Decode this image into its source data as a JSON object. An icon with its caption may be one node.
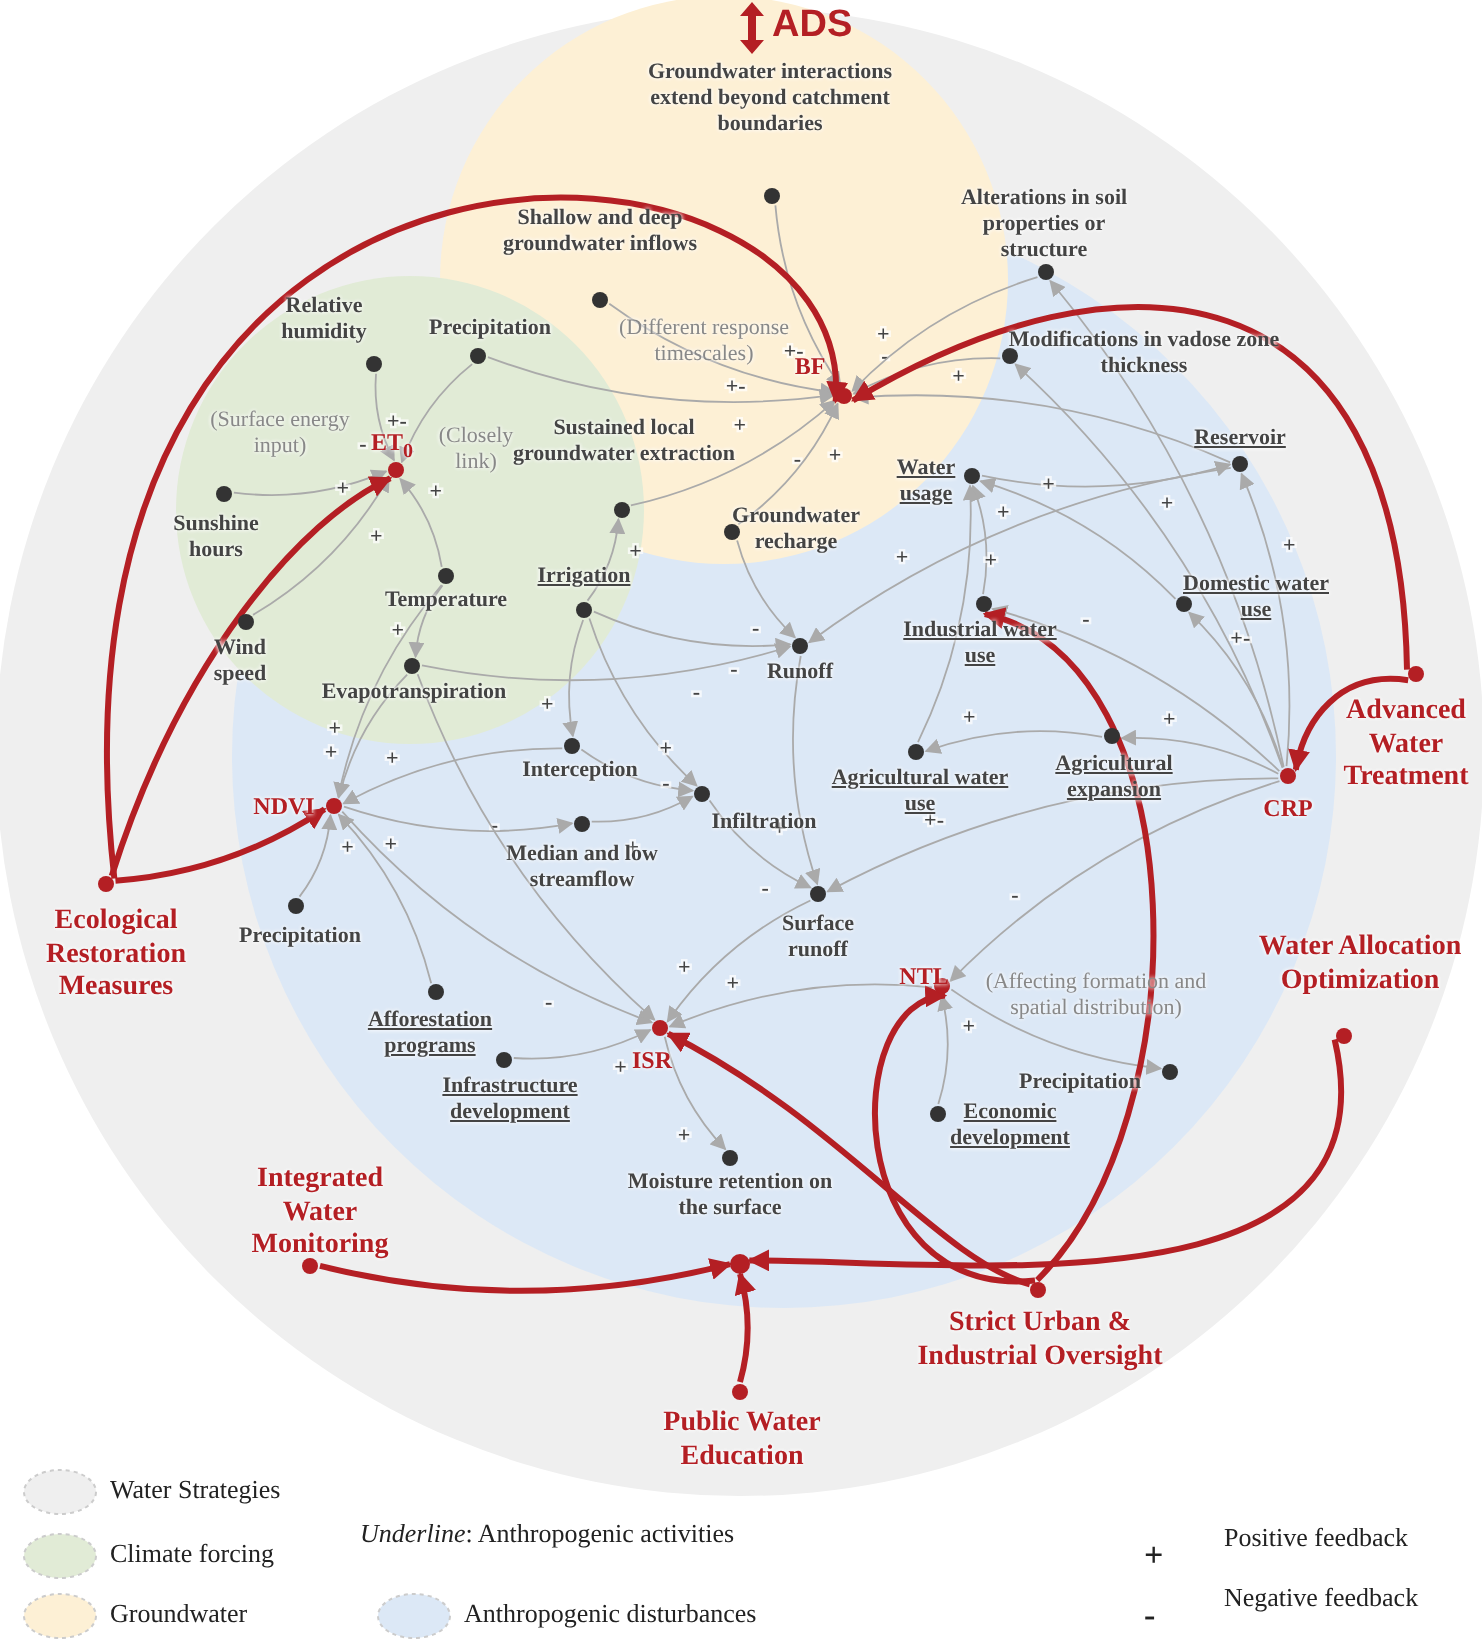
{
  "diagram": {
    "nodes": [
      {
        "text": [
          "Groundwater interactions extend beyond catchment boundaries"
        ]
      },
      {
        "text": [
          "Shallow and deep groundwater inflows"
        ]
      },
      {
        "text": [
          "Alterations in soil properties or structure"
        ]
      },
      {
        "text": [
          "BF"
        ]
      },
      {
        "text": [
          "Modifications in vadose zone thickness"
        ]
      },
      {
        "text": [
          "Relative humidity"
        ]
      },
      {
        "text": [
          "Precipitation"
        ]
      },
      {
        "text": [
          "ET$_{0}$"
        ]
      },
      {
        "text": [
          "Sunshine hours"
        ]
      },
      {
        "text": [
          "Sustained local groundwater extraction"
        ]
      },
      {
        "text": [
          "Water usage"
        ]
      },
      {
        "text": [
          "Reservoir"
        ]
      },
      {
        "text": [
          "Groundwater recharge"
        ]
      },
      {
        "text": [
          "Irrigation"
        ]
      },
      {
        "text": [
          "Temperature"
        ]
      },
      {
        "text": [
          "Wind speed"
        ]
      },
      {
        "text": [
          "Runoff"
        ]
      },
      {
        "text": [
          "Industrial water use"
        ]
      },
      {
        "text": [
          "Domestic water use"
        ]
      },
      {
        "text": [
          "Evapotranspiration"
        ]
      },
      {
        "text": [
          "Agricultural water use"
        ]
      },
      {
        "text": [
          "Agricultural expansion"
        ]
      },
      {
        "text": [
          "CRP"
        ]
      },
      {
        "text": [
          "Interception"
        ]
      },
      {
        "text": [
          "Infiltration"
        ]
      },
      {
        "text": [
          "NDVI"
        ]
      },
      {
        "text": [
          "Median and low streamflow"
        ]
      },
      {
        "text": [
          "Precipitation"
        ]
      },
      {
        "text": [
          "Surface runoff"
        ]
      },
      {
        "text": [
          "NTL"
        ]
      },
      {
        "text": [
          "Afforestation programs"
        ]
      },
      {
        "text": [
          "ISR"
        ]
      },
      {
        "text": [
          "Infrastructure development"
        ]
      },
      {
        "text": [
          "Precipitation"
        ]
      },
      {
        "text": [
          "Economic development"
        ]
      },
      {
        "text": [
          "Moisture retention on the surface"
        ]
      },
      {
        "text": [
          "Ecological Restoration Measures"
        ]
      },
      {
        "text": [
          "Advanced Water Treatment"
        ]
      },
      {
        "text": [
          "Water Allocation Optimization"
        ]
      },
      {
        "text": [
          "Integrated Water Monitoring"
        ]
      },
      {
        "text": [],
        "shape": "circle"
      },
      {
        "text": [
          "Public Water Education"
        ]
      },
      {
        "text": [
          "Strict Urban & Industrial Oversight"
        ]
      }
    ],
    "edges": [
      {
        "from": 5,
        "to": 7,
        "arrow": "to",
        "label": "-"
      },
      {
        "from": 6,
        "to": 7,
        "arrow": "to",
        "label": "+-"
      },
      {
        "from": 8,
        "to": 7,
        "arrow": "to",
        "label": "+"
      },
      {
        "from": 15,
        "to": 7,
        "arrow": "to",
        "label": "+"
      },
      {
        "from": 14,
        "to": 7,
        "arrow": "to",
        "label": "+"
      },
      {
        "from": 14,
        "to": 19,
        "arrow": "to",
        "label": "+"
      },
      {
        "from": 1,
        "to": 3,
        "arrow": "to",
        "label": "+-"
      },
      {
        "from": 0,
        "to": 3,
        "arrow": "to",
        "label": "+-"
      },
      {
        "from": 6,
        "to": 3,
        "arrow": "to",
        "label": "+"
      },
      {
        "from": 9,
        "to": 3,
        "arrow": "to",
        "label": "-"
      },
      {
        "from": 12,
        "to": 3,
        "arrow": "to",
        "label": "+"
      },
      {
        "from": 4,
        "to": 3,
        "arrow": "to",
        "label": "-"
      },
      {
        "from": 2,
        "to": 3,
        "arrow": "to",
        "label": "+"
      },
      {
        "from": 11,
        "to": 3,
        "arrow": "to",
        "label": "+"
      },
      {
        "from": 13,
        "to": 9,
        "arrow": "to",
        "label": "+"
      },
      {
        "from": 10,
        "to": 11,
        "arrow": "to",
        "label": "+"
      },
      {
        "from": 22,
        "to": 11,
        "arrow": "to",
        "label": "+"
      },
      {
        "from": 22,
        "to": 2,
        "arrow": "to"
      },
      {
        "from": 22,
        "to": 4,
        "arrow": "to"
      },
      {
        "from": 17,
        "to": 10,
        "arrow": "to",
        "label": "+"
      },
      {
        "from": 20,
        "to": 10,
        "arrow": "to",
        "label": "+"
      },
      {
        "from": 18,
        "to": 10,
        "arrow": "to",
        "label": "+"
      },
      {
        "from": 22,
        "to": 18,
        "arrow": "to",
        "label": "+-"
      },
      {
        "from": 22,
        "to": 17,
        "arrow": "to",
        "label": "-"
      },
      {
        "from": 22,
        "to": 21,
        "arrow": "to",
        "label": "+"
      },
      {
        "from": 21,
        "to": 20,
        "arrow": "to",
        "label": "+"
      },
      {
        "from": 13,
        "to": 16,
        "arrow": "to",
        "label": "-"
      },
      {
        "from": 19,
        "to": 16,
        "arrow": "to",
        "label": "-"
      },
      {
        "from": 12,
        "to": 16,
        "arrow": "to",
        "label": "-"
      },
      {
        "from": 11,
        "to": 16,
        "arrow": "to",
        "label": "+"
      },
      {
        "from": 16,
        "to": 28,
        "arrow": "to",
        "label": "+"
      },
      {
        "from": 13,
        "to": 23,
        "arrow": "to",
        "label": "+"
      },
      {
        "from": 13,
        "to": 24,
        "arrow": "to",
        "label": "+"
      },
      {
        "from": 23,
        "to": 24,
        "arrow": "to",
        "label": "-"
      },
      {
        "from": 26,
        "to": 24,
        "arrow": "to",
        "label": "+"
      },
      {
        "from": 23,
        "to": 25,
        "arrow": "to",
        "label": "+"
      },
      {
        "from": 25,
        "to": 26,
        "arrow": "to",
        "label": "-"
      },
      {
        "from": 19,
        "to": 25,
        "arrow": "to",
        "label": "+"
      },
      {
        "from": 14,
        "to": 25,
        "arrow": "to",
        "label": "+"
      },
      {
        "from": 27,
        "to": 25,
        "arrow": "to",
        "label": "+"
      },
      {
        "from": 30,
        "to": 25,
        "arrow": "to",
        "label": "+"
      },
      {
        "from": 25,
        "to": 31,
        "arrow": "to",
        "label": "-"
      },
      {
        "from": 24,
        "to": 28,
        "arrow": "to",
        "label": "-"
      },
      {
        "from": 22,
        "to": 28,
        "arrow": "to",
        "label": "+-"
      },
      {
        "from": 22,
        "to": 29,
        "arrow": "to",
        "label": "-"
      },
      {
        "from": 29,
        "to": 33,
        "arrow": "to"
      },
      {
        "from": 34,
        "to": 29,
        "arrow": "to",
        "label": "+"
      },
      {
        "from": 32,
        "to": 31,
        "arrow": "to",
        "label": "+"
      },
      {
        "from": 31,
        "to": 35,
        "arrow": "to",
        "label": "+"
      },
      {
        "from": 28,
        "to": 31,
        "arrow": "to",
        "label": "+"
      },
      {
        "from": 19,
        "to": 31,
        "arrow": "to"
      },
      {
        "from": 29,
        "to": 31,
        "arrow": "to",
        "label": "+"
      },
      {
        "from": 36,
        "to": 7,
        "arrow": "to",
        "style": "thick",
        "color": "#b41f24"
      },
      {
        "from": 36,
        "to": 25,
        "arrow": "to",
        "style": "thick",
        "color": "#b41f24"
      },
      {
        "from": 36,
        "to": 3,
        "arrow": "to",
        "style": "thick",
        "color": "#b41f24"
      },
      {
        "from": 37,
        "to": 3,
        "arrow": "to",
        "style": "thick",
        "color": "#b41f24"
      },
      {
        "from": 37,
        "to": 22,
        "arrow": "to",
        "style": "thick",
        "color": "#b41f24"
      },
      {
        "from": 42,
        "to": 17,
        "arrow": "to",
        "style": "thick",
        "color": "#b41f24"
      },
      {
        "from": 42,
        "to": 29,
        "arrow": "to",
        "style": "thick",
        "color": "#b41f24"
      },
      {
        "from": 42,
        "to": 31,
        "arrow": "to",
        "style": "thick",
        "color": "#b41f24"
      },
      {
        "from": 39,
        "to": 40,
        "arrow": "to",
        "style": "thick",
        "color": "#b41f24"
      },
      {
        "from": 41,
        "to": 40,
        "arrow": "to",
        "style": "thick",
        "color": "#b41f24"
      },
      {
        "from": 38,
        "to": 40,
        "arrow": "to",
        "style": "thick",
        "color": "#b41f24"
      }
    ],
    "labels": [
      "ADS",
      "+",
      "-",
      "(Different response timescales)",
      "(Surface energy input)",
      "(Closely link)",
      "(Affecting formation and spatial distribution)"
    ],
    "legend": [
      {
        "text": "Water  Strategies",
        "color": "#efefef"
      },
      {
        "text": "Climate forcing",
        "color": "#e1ebd6"
      },
      {
        "text": "Groundwater",
        "color": "#fdf0d5"
      },
      {
        "text": "*Underline*:  Anthropogenic activities"
      },
      {
        "text": "Anthropogenic disturbances",
        "color": "#dce8f6"
      },
      {
        "text": "Positive feedback"
      },
      {
        "text": "Negative feedback"
      }
    ]
  }
}
